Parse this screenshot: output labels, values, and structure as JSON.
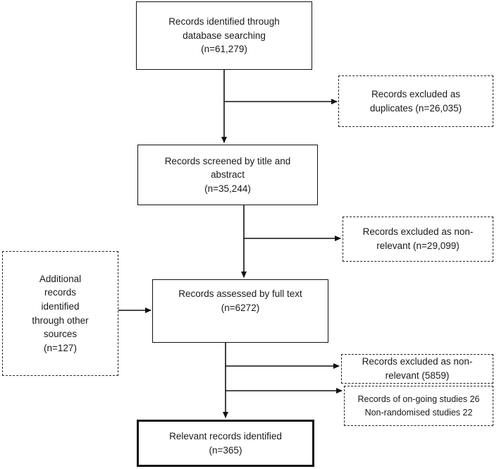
{
  "boxes": {
    "identified": [
      "Records identified through",
      "database searching",
      "(n=61,279)"
    ],
    "duplicates": [
      "Records excluded as",
      "duplicates (n=26,035)"
    ],
    "screened": [
      "Records screened by title and",
      "abstract",
      "(n=35,244)"
    ],
    "nonrelevant1": [
      "Records excluded as non-",
      "relevant (n=29,099)"
    ],
    "additional": [
      "Additional",
      "records",
      "identified",
      "through other",
      "sources",
      "(n=127)"
    ],
    "fulltext": [
      "Records assessed by full text",
      "(n=6272)"
    ],
    "nonrelevant2": [
      "Records excluded as non-",
      "relevant (5859)"
    ],
    "ongoing": [
      "Records of on-going studies 26",
      "Non-randomised studies 22"
    ],
    "relevant": [
      "Relevant records identified",
      "(n=365)"
    ]
  }
}
